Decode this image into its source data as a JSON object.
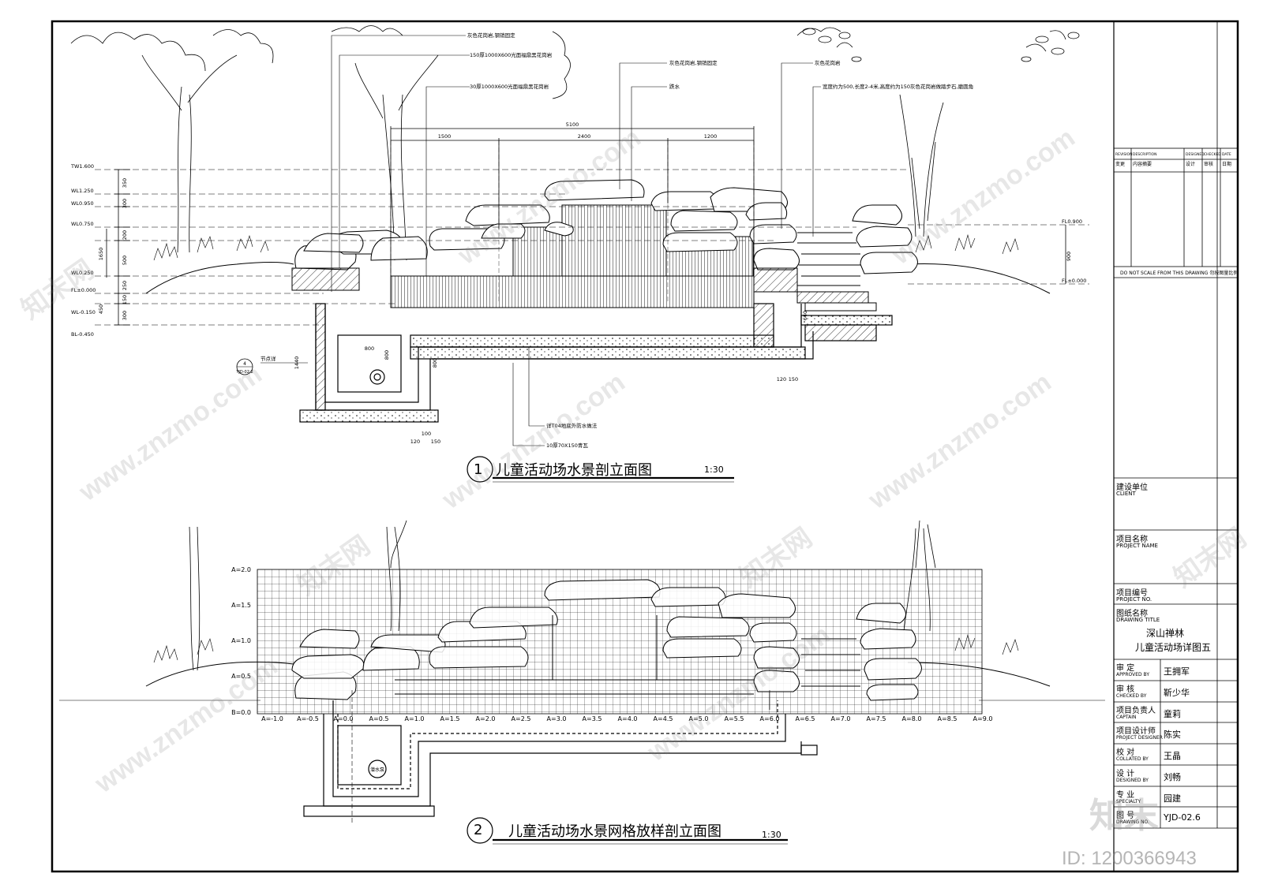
{
  "drawing1": {
    "number": "1",
    "title": "儿童活动场水景剖立面图",
    "scale": "1:30",
    "callouts": [
      "灰色花岗岩,钢销固定",
      "150厚1000X600光面福鼎黑花岗岩",
      "30厚1000X600光面福鼎黑花岗岩",
      "灰色花岗岩,钢销固定",
      "跌水",
      "灰色花岗岩",
      "宽度约为500,长度2-4米,高度约为150灰色花岗岩做踏步石,磨圆角",
      "详T04地底外防水做法",
      "10厚70X150青瓦",
      "节点详"
    ],
    "node_ref": {
      "num": "4",
      "sheet": "YJD-02.2"
    },
    "levels_left": [
      "TW1.600",
      "WL1.250",
      "WL0.950",
      "WL0.750",
      "WL0.250",
      "FL±0.000",
      "WL-0.150",
      "BL-0.450"
    ],
    "levels_right": [
      "FL0.900",
      "FL±0.000"
    ],
    "dims_top": [
      "5100",
      "1500",
      "2400",
      "1200"
    ],
    "dims_left": [
      "350",
      "300",
      "1650",
      "200",
      "500",
      "250",
      "150",
      "450",
      "300"
    ],
    "dims_misc": [
      "800",
      "800",
      "1440",
      "800",
      "100",
      "120",
      "150",
      "640",
      "120",
      "150",
      "900"
    ]
  },
  "drawing2": {
    "number": "2",
    "title": "儿童活动场水景网格放样剖立面图",
    "scale": "1:30",
    "grid_y": [
      "A=2.0",
      "A=1.5",
      "A=1.0",
      "A=0.5",
      "B=0.0"
    ],
    "grid_x": [
      "A=-1.0",
      "A=-0.5",
      "A=0.0",
      "A=0.5",
      "A=1.0",
      "A=1.5",
      "A=2.0",
      "A=2.5",
      "A=3.0",
      "A=3.5",
      "A=4.0",
      "A=4.5",
      "A=5.0",
      "A=5.5",
      "A=6.0",
      "A=6.5",
      "A=7.0",
      "A=7.5",
      "A=8.0",
      "A=8.5",
      "A=9.0"
    ],
    "pump_label": "潜水泵"
  },
  "titleblock": {
    "rev_headers": [
      [
        "REVISION",
        "变更"
      ],
      [
        "DESCRIPTION",
        "内容摘要"
      ],
      [
        "DESIGNED",
        "设计"
      ],
      [
        "CHECKED",
        "审核"
      ],
      [
        "DATE",
        "日期"
      ]
    ],
    "note": "DO NOT SCALE FROM THIS DRAWING  勿按图量比例",
    "client": {
      "cn": "建设单位",
      "en": "CLIENT"
    },
    "project_name": {
      "cn": "项目名称",
      "en": "PROJECT NAME"
    },
    "project_no": {
      "cn": "项目编号",
      "en": "PROJECT NO."
    },
    "drawing_title": {
      "cn": "图纸名称",
      "en": "DRAWING TITLE",
      "line1": "深山禅林",
      "line2": "儿童活动场详图五"
    },
    "signatures": [
      {
        "cn": "审 定",
        "en": "APPROVED BY",
        "name": "王拥军"
      },
      {
        "cn": "审 核",
        "en": "CHECKED BY",
        "name": "靳少华"
      },
      {
        "cn": "项目负责人",
        "en": "CAPTAIN",
        "name": "童莉"
      },
      {
        "cn": "项目设计师",
        "en": "PROJECT DESIGNER",
        "name": "陈实"
      },
      {
        "cn": "校 对",
        "en": "COLLATED BY",
        "name": "王晶"
      },
      {
        "cn": "设 计",
        "en": "DESIGNED BY",
        "name": "刘畅"
      },
      {
        "cn": "专 业",
        "en": "SPECIALTY",
        "name": "园建"
      },
      {
        "cn": "图 号",
        "en": "DRAWING NO.",
        "name": "YJD-02.6"
      }
    ]
  },
  "watermark": {
    "site": "www.znzmo.com",
    "brand": "知末网",
    "logo": "知末",
    "id": "ID: 1200366943"
  }
}
